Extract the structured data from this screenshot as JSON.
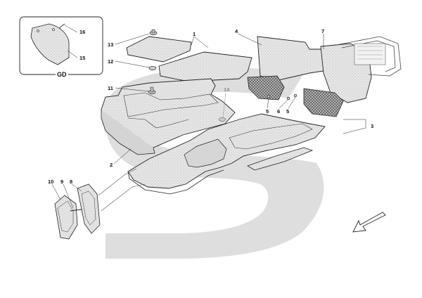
{
  "diagram": {
    "inset_caption": "GD",
    "callouts": {
      "c1": "1",
      "c2": "2",
      "c3": "3",
      "c4": "4",
      "c5a": "5",
      "c5b": "5",
      "c6": "6",
      "c7": "7",
      "c8": "8",
      "c9": "9",
      "c10": "10",
      "c11": "11",
      "c12": "12",
      "c13": "13",
      "c14": "14",
      "c15": "15",
      "c16": "16"
    },
    "colors": {
      "watermark": "#dcdcdc",
      "part_fill": "#e6e6e6",
      "outline": "#1a1a1a",
      "grey_label": "#8a8a8a"
    },
    "icons": [
      "direction-arrow-icon",
      "brand-watermark-icon"
    ]
  }
}
